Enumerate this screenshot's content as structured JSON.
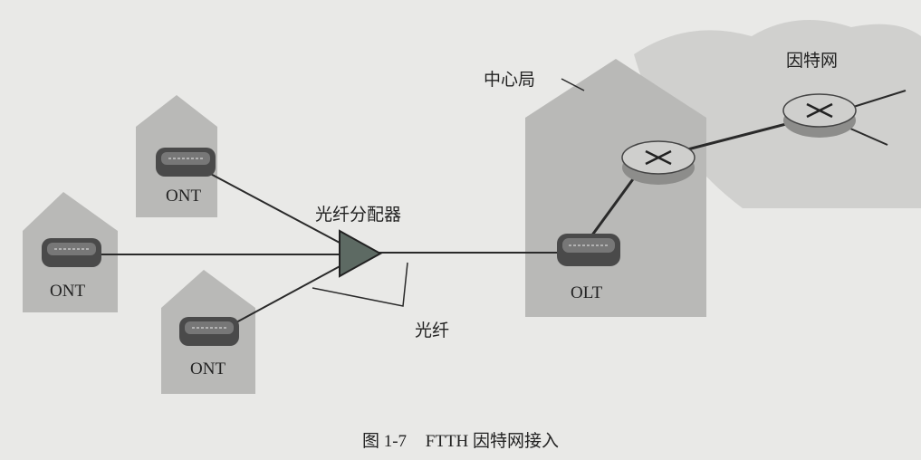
{
  "labels": {
    "central_office": "中心局",
    "internet": "因特网",
    "splitter": "光纤分配器",
    "fiber": "光纤",
    "ont_top": "ONT",
    "ont_left": "ONT",
    "ont_bottom": "ONT",
    "olt": "OLT"
  },
  "caption": {
    "number": "图 1-7",
    "title": "FTTH 因特网接入"
  },
  "colors": {
    "background": "#e9e9e7",
    "house": "#b9b9b7",
    "internet_cloud": "#d0d0ce",
    "line": "#2a2a2a",
    "device": "#4a4a4a",
    "router": "#cfcfcd"
  }
}
